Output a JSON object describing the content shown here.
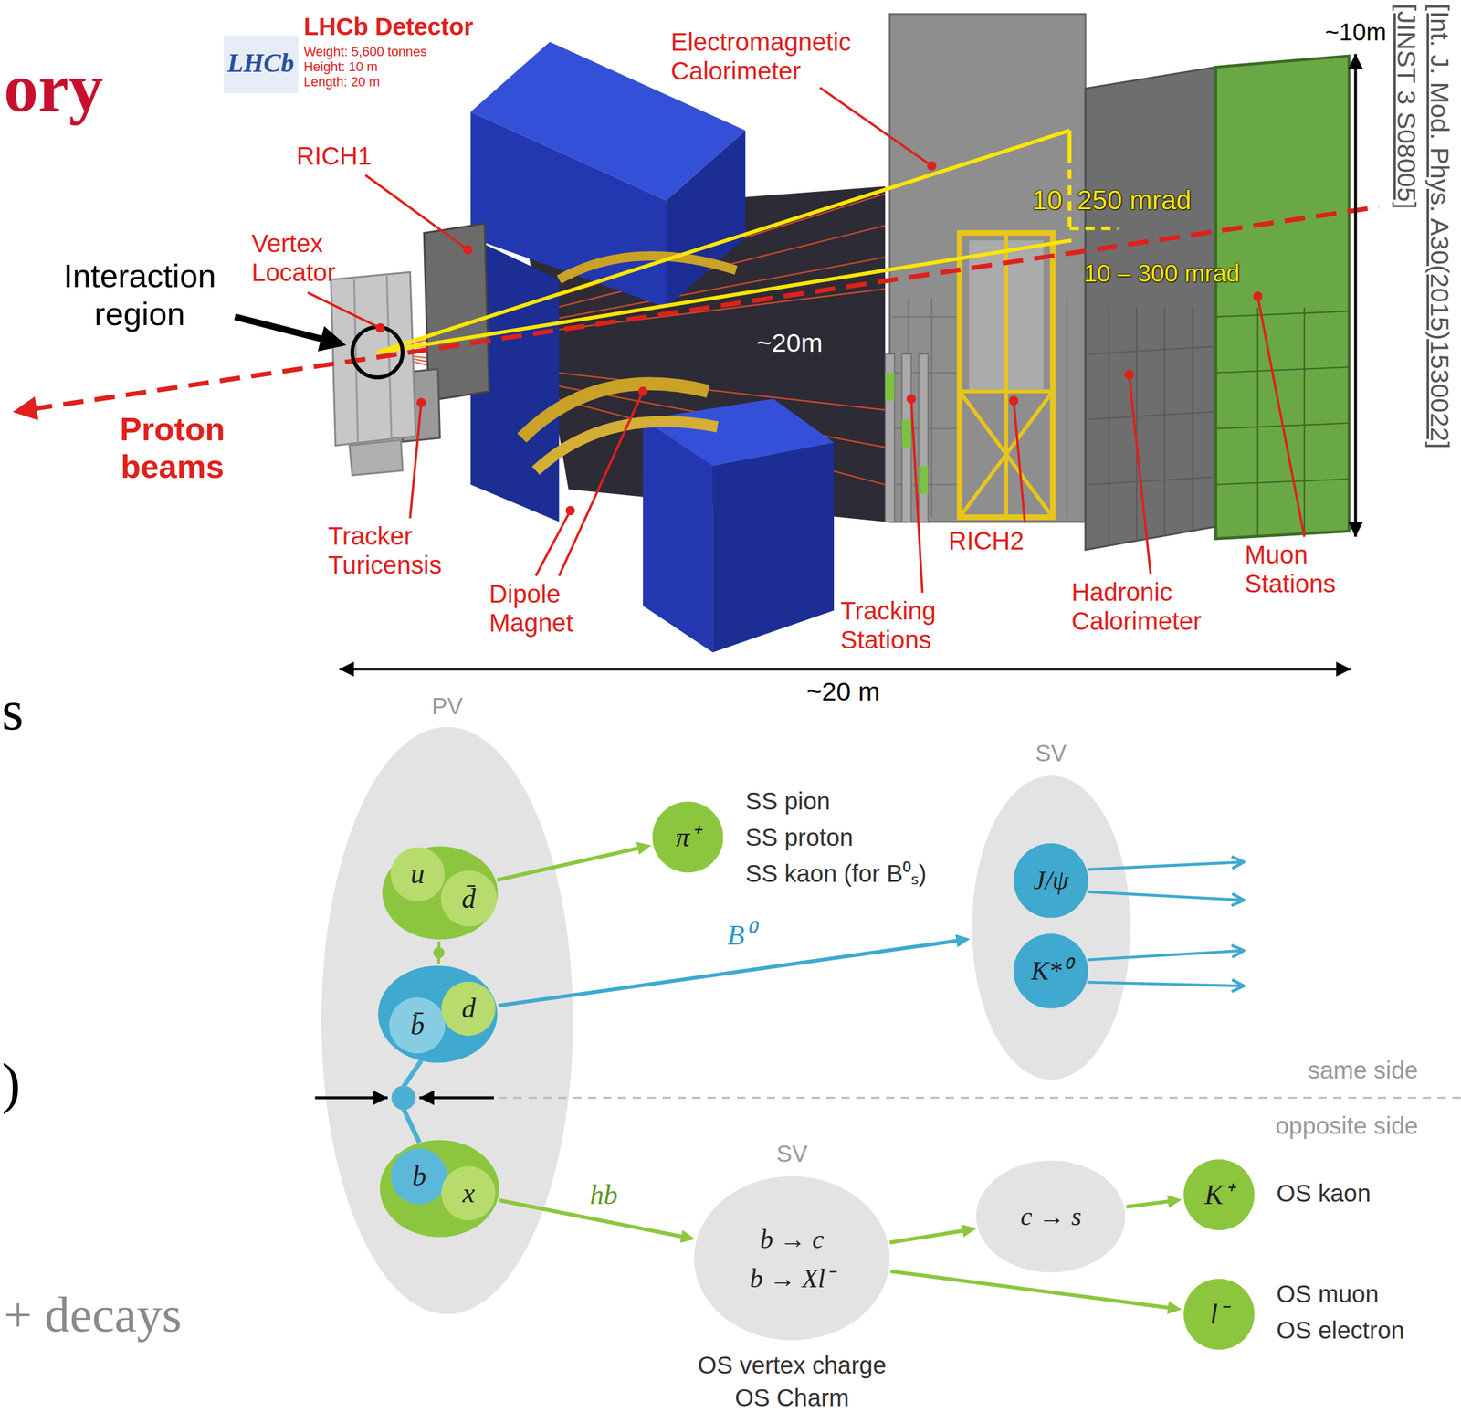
{
  "diagram": {
    "nodes": [
      {
        "text": [
          "PV"
        ]
      },
      {
        "text": [
          "u",
          "d̄"
        ],
        "in": 0
      },
      {
        "text": [
          "b̄",
          "d"
        ],
        "in": 0
      },
      {
        "text": [
          "b",
          "x"
        ],
        "in": 0
      },
      {
        "text": [
          "π⁺"
        ]
      },
      {
        "text": [
          "SV"
        ]
      },
      {
        "text": [
          "J/ψ"
        ],
        "in": 5
      },
      {
        "text": [
          "K*⁰"
        ],
        "in": 5
      },
      {
        "text": [
          "SV",
          "b → c",
          "b → Xl⁻"
        ]
      },
      {
        "text": [
          "c → s"
        ]
      },
      {
        "text": [
          "K⁺"
        ]
      },
      {
        "text": [
          "l⁻"
        ]
      }
    ],
    "edges": [
      {
        "from": 1,
        "to": 2,
        "arrow": "none"
      },
      {
        "from": 1,
        "to": 4,
        "arrow": "to"
      },
      {
        "from": 2,
        "to": 5,
        "label": "B⁰",
        "arrow": "to"
      },
      {
        "from": 3,
        "to": 8,
        "label": "hb",
        "arrow": "to"
      },
      {
        "from": 8,
        "to": 9,
        "arrow": "to"
      },
      {
        "from": 9,
        "to": 10,
        "arrow": "to"
      },
      {
        "from": 8,
        "to": 11,
        "arrow": "to"
      }
    ],
    "labels": [
      "ory",
      "LHCb",
      "LHCb Detector",
      "Weight: 5,600 tonnes",
      "Height: 10 m",
      "Length: 20 m",
      "Electromagnetic Calorimeter",
      "~10m",
      "[JINST 3 S08005]",
      "[Int. J. Mod. Phys. A30(2015)1530022]",
      "RICH1",
      "Vertex Locator",
      "Interaction region",
      "10",
      "250 mrad",
      "10 – 300 mrad",
      "Proton beams",
      "~20m",
      "Tracker Turicensis",
      "Dipole Magnet",
      "Tracking Stations",
      "RICH2",
      "Hadronic Calorimeter",
      "Muon Stations",
      "~20 m",
      "s",
      ")",
      "+ decays",
      "SS pion",
      "SS proton",
      "SS kaon (for B⁰ₛ)",
      "same side",
      "opposite side",
      "OS vertex charge",
      "OS Charm",
      "OS kaon",
      "OS muon",
      "OS electron"
    ]
  }
}
